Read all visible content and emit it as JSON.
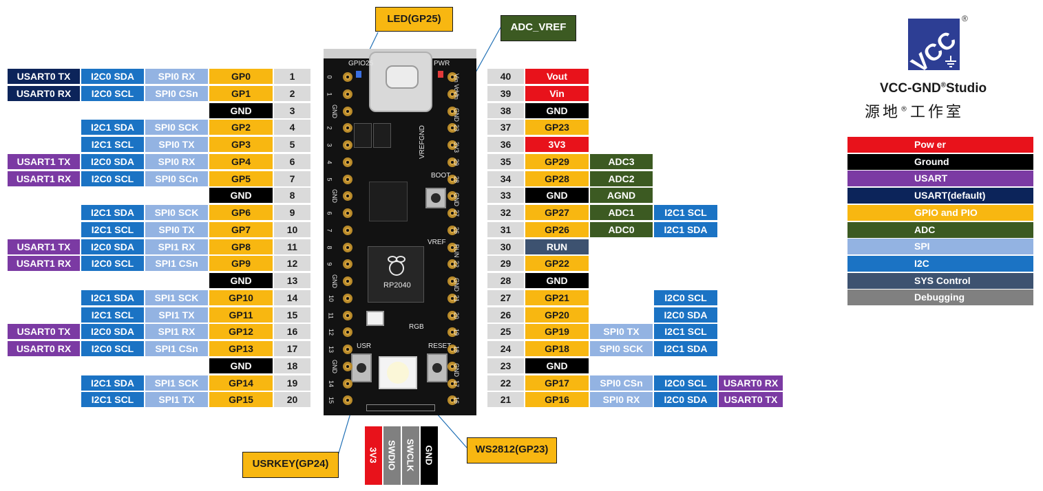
{
  "callouts": {
    "led": "LED(GP25)",
    "adc_vref": "ADC_VREF",
    "usrkey": "USRKEY(GP24)",
    "ws2812": "WS2812(GP23)"
  },
  "logo": {
    "mark_text": "VCC",
    "registered": "®",
    "name_en": "VCC-GND",
    "name_studio": "Studio",
    "name_cn_a": "源地",
    "name_cn_b": "工作室"
  },
  "board_labels": {
    "gpio25": "GPIO25",
    "pwr": "PWR",
    "vrefgnd": "VREFGND",
    "boot": "BOOT",
    "vref": "VREF",
    "rgb": "RGB",
    "usr": "USR",
    "reset": "RESET",
    "chip": "RP2040",
    "left_pins": [
      "0",
      "1",
      "GND",
      "2",
      "3",
      "4",
      "5",
      "GND",
      "6",
      "7",
      "8",
      "9",
      "GND",
      "10",
      "11",
      "12",
      "13",
      "GND",
      "14",
      "15"
    ],
    "right_pins": [
      "Vin Vout",
      "Vin",
      "GND",
      "23",
      "3V3",
      "29",
      "28",
      "GND",
      "27",
      "26",
      "RUN",
      "22",
      "GND",
      "21",
      "20",
      "19",
      "18",
      "GND",
      "17",
      "16"
    ]
  },
  "colors": {
    "gpio": "#f8b711",
    "ground": "#000000",
    "power": "#e8121b",
    "usart": "#7b3aa3",
    "usart_default": "#0c245a",
    "adc": "#3c5a22",
    "spi": "#93b3e2",
    "i2c": "#1b73c4",
    "sys": "#3d5270",
    "debugging": "#808080"
  },
  "left_pins": [
    {
      "num": "1",
      "gpio": "GP0",
      "spi": "SPI0 RX",
      "i2c": "I2C0 SDA",
      "usart": "USART0 TX",
      "usart_style": "usart0"
    },
    {
      "num": "2",
      "gpio": "GP1",
      "spi": "SPI0 CSn",
      "i2c": "I2C0 SCL",
      "usart": "USART0 RX",
      "usart_style": "usart0"
    },
    {
      "num": "3",
      "gpio": "GND"
    },
    {
      "num": "4",
      "gpio": "GP2",
      "spi": "SPI0 SCK",
      "i2c": "I2C1 SDA"
    },
    {
      "num": "5",
      "gpio": "GP3",
      "spi": "SPI0 TX",
      "i2c": "I2C1 SCL"
    },
    {
      "num": "6",
      "gpio": "GP4",
      "spi": "SPI0 RX",
      "i2c": "I2C0 SDA",
      "usart": "USART1 TX",
      "usart_style": "usart"
    },
    {
      "num": "7",
      "gpio": "GP5",
      "spi": "SPI0 SCn",
      "i2c": "I2C0 SCL",
      "usart": "USART1 RX",
      "usart_style": "usart"
    },
    {
      "num": "8",
      "gpio": "GND"
    },
    {
      "num": "9",
      "gpio": "GP6",
      "spi": "SPI0 SCK",
      "i2c": "I2C1 SDA"
    },
    {
      "num": "10",
      "gpio": "GP7",
      "spi": "SPI0 TX",
      "i2c": "I2C1 SCL"
    },
    {
      "num": "11",
      "gpio": "GP8",
      "spi": "SPI1 RX",
      "i2c": "I2C0 SDA",
      "usart": "USART1 TX",
      "usart_style": "usart"
    },
    {
      "num": "12",
      "gpio": "GP9",
      "spi": "SPI1 CSn",
      "i2c": "I2C0 SCL",
      "usart": "USART1 RX",
      "usart_style": "usart"
    },
    {
      "num": "13",
      "gpio": "GND"
    },
    {
      "num": "14",
      "gpio": "GP10",
      "spi": "SPI1 SCK",
      "i2c": "I2C1 SDA"
    },
    {
      "num": "15",
      "gpio": "GP11",
      "spi": "SPI1 TX",
      "i2c": "I2C1 SCL"
    },
    {
      "num": "16",
      "gpio": "GP12",
      "spi": "SPI1 RX",
      "i2c": "I2C0 SDA",
      "usart": "USART0 TX",
      "usart_style": "usart"
    },
    {
      "num": "17",
      "gpio": "GP13",
      "spi": "SPI1 CSn",
      "i2c": "I2C0 SCL",
      "usart": "USART0 RX",
      "usart_style": "usart"
    },
    {
      "num": "18",
      "gpio": "GND"
    },
    {
      "num": "19",
      "gpio": "GP14",
      "spi": "SPI1 SCK",
      "i2c": "I2C1 SDA"
    },
    {
      "num": "20",
      "gpio": "GP15",
      "spi": "SPI1 TX",
      "i2c": "I2C1 SCL"
    }
  ],
  "right_pins": [
    {
      "num": "40",
      "gpio": "Vout",
      "style": "power"
    },
    {
      "num": "39",
      "gpio": "Vin",
      "style": "power"
    },
    {
      "num": "38",
      "gpio": "GND",
      "style": "ground"
    },
    {
      "num": "37",
      "gpio": "GP23",
      "style": "gpio"
    },
    {
      "num": "36",
      "gpio": "3V3",
      "style": "power"
    },
    {
      "num": "35",
      "gpio": "GP29",
      "style": "gpio",
      "adc": "ADC3"
    },
    {
      "num": "34",
      "gpio": "GP28",
      "style": "gpio",
      "adc": "ADC2"
    },
    {
      "num": "33",
      "gpio": "GND",
      "style": "ground",
      "adc": "AGND"
    },
    {
      "num": "32",
      "gpio": "GP27",
      "style": "gpio",
      "adc": "ADC1",
      "i2c": "I2C1 SCL"
    },
    {
      "num": "31",
      "gpio": "GP26",
      "style": "gpio",
      "adc": "ADC0",
      "i2c": "I2C1 SDA"
    },
    {
      "num": "30",
      "gpio": "RUN",
      "style": "sys"
    },
    {
      "num": "29",
      "gpio": "GP22",
      "style": "gpio"
    },
    {
      "num": "28",
      "gpio": "GND",
      "style": "ground"
    },
    {
      "num": "27",
      "gpio": "GP21",
      "style": "gpio",
      "i2c": "I2C0 SCL"
    },
    {
      "num": "26",
      "gpio": "GP20",
      "style": "gpio",
      "i2c": "I2C0 SDA"
    },
    {
      "num": "25",
      "gpio": "GP19",
      "style": "gpio",
      "spi": "SPI0 TX",
      "i2c": "I2C1 SCL"
    },
    {
      "num": "24",
      "gpio": "GP18",
      "style": "gpio",
      "spi": "SPI0 SCK",
      "i2c": "I2C1 SDA"
    },
    {
      "num": "23",
      "gpio": "GND",
      "style": "ground"
    },
    {
      "num": "22",
      "gpio": "GP17",
      "style": "gpio",
      "spi": "SPI0 CSn",
      "i2c": "I2C0 SCL",
      "usart": "USART0 RX"
    },
    {
      "num": "21",
      "gpio": "GP16",
      "style": "gpio",
      "spi": "SPI0 RX",
      "i2c": "I2C0 SDA",
      "usart": "USART0 TX"
    }
  ],
  "legend": [
    {
      "label": "Pow er",
      "color": "#e8121b"
    },
    {
      "label": "Ground",
      "color": "#000000"
    },
    {
      "label": "USART",
      "color": "#7b3aa3"
    },
    {
      "label": "USART(default)",
      "color": "#0c245a"
    },
    {
      "label": "GPIO and PIO",
      "color": "#f8b711"
    },
    {
      "label": "ADC",
      "color": "#3c5a22"
    },
    {
      "label": "SPI",
      "color": "#93b3e2"
    },
    {
      "label": "I2C",
      "color": "#1b73c4"
    },
    {
      "label": "SYS Control",
      "color": "#3d5270"
    },
    {
      "label": "Debugging",
      "color": "#808080"
    }
  ],
  "debug_header": [
    {
      "label": "3V3",
      "color": "#e8121b",
      "text_color": "#ffffff"
    },
    {
      "label": "SWDIO",
      "color": "#808080",
      "text_color": "#ffffff"
    },
    {
      "label": "SWCLK",
      "color": "#808080",
      "text_color": "#ffffff"
    },
    {
      "label": "GND",
      "color": "#000000",
      "text_color": "#ffffff"
    }
  ]
}
